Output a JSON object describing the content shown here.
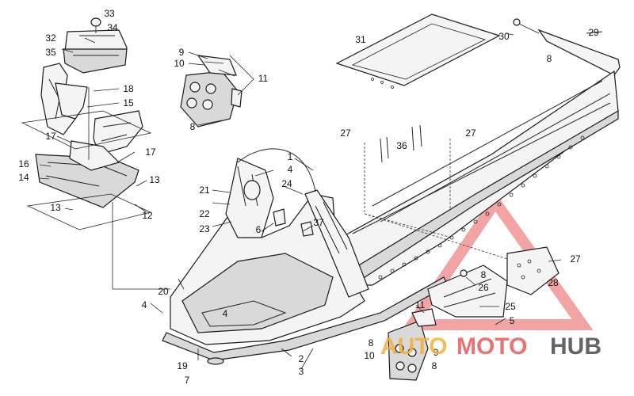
{
  "callouts": [
    {
      "text": "33"
    },
    {
      "text": "34"
    },
    {
      "text": "32"
    },
    {
      "text": "35"
    },
    {
      "text": "18"
    },
    {
      "text": "15"
    },
    {
      "text": "17"
    },
    {
      "text": "17"
    },
    {
      "text": "16"
    },
    {
      "text": "14"
    },
    {
      "text": "13"
    },
    {
      "text": "13"
    },
    {
      "text": "12"
    },
    {
      "text": "9"
    },
    {
      "text": "10"
    },
    {
      "text": "11"
    },
    {
      "text": "8"
    },
    {
      "text": "31"
    },
    {
      "text": "30"
    },
    {
      "text": "29"
    },
    {
      "text": "8"
    },
    {
      "text": "1"
    },
    {
      "text": "4"
    },
    {
      "text": "24"
    },
    {
      "text": "27"
    },
    {
      "text": "36"
    },
    {
      "text": "27"
    },
    {
      "text": "21"
    },
    {
      "text": "22"
    },
    {
      "text": "23"
    },
    {
      "text": "6"
    },
    {
      "text": "37"
    },
    {
      "text": "20"
    },
    {
      "text": "4"
    },
    {
      "text": "4"
    },
    {
      "text": "19"
    },
    {
      "text": "7"
    },
    {
      "text": "2"
    },
    {
      "text": "3"
    },
    {
      "text": "11"
    },
    {
      "text": "8"
    },
    {
      "text": "10"
    },
    {
      "text": "9"
    },
    {
      "text": "8"
    },
    {
      "text": "8"
    },
    {
      "text": "26"
    },
    {
      "text": "25"
    },
    {
      "text": "5"
    },
    {
      "text": "27"
    },
    {
      "text": "28"
    }
  ],
  "watermark": {
    "part1": "AUTO",
    "part2": "MOTO",
    "part3": "HUB",
    "color_accent": "#f0b23c",
    "color_red": "#e85a5a",
    "color_dark": "#4a4a4a"
  }
}
